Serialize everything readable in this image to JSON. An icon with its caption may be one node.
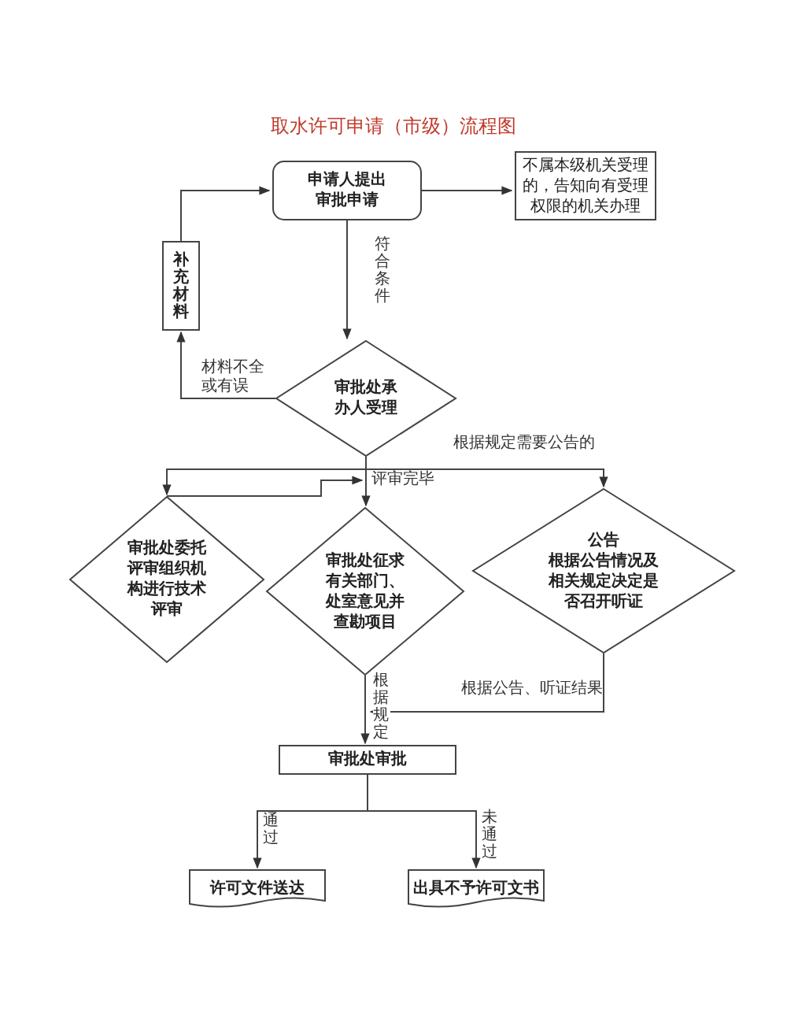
{
  "diagram": {
    "title": "取水许可申请（市级）流程图",
    "nodes": [
      {
        "text": [
          "申请人提出审批申请"
        ]
      },
      {
        "text": [
          "不属本级机关受理的，告知向有受理权限的机关办理"
        ]
      },
      {
        "text": [
          "补充材料"
        ]
      },
      {
        "text": [
          "审批处承办人受理"
        ]
      },
      {
        "text": [
          "审批处委托评审组织机构进行技术评审"
        ]
      },
      {
        "text": [
          "审批处征求有关部门、处室意见并查勘项目"
        ]
      },
      {
        "text": [
          "公告",
          "根据公告情况及相关规定决定是否召开听证"
        ]
      },
      {
        "text": [
          "审批处审批"
        ]
      },
      {
        "text": [
          "许可文件送达"
        ]
      },
      {
        "text": [
          "出具不予许可文书"
        ]
      }
    ],
    "edges": [
      {
        "from": 0,
        "to": 1,
        "arrow": "to"
      },
      {
        "from": 0,
        "to": 3,
        "arrow": "to",
        "label": "符合条件"
      },
      {
        "from": 3,
        "to": 2,
        "arrow": "to",
        "label": "材料不全或有误"
      },
      {
        "from": 2,
        "to": 0,
        "arrow": "to"
      },
      {
        "from": 3,
        "to": 4,
        "arrow": "to"
      },
      {
        "from": 3,
        "to": 5,
        "arrow": "to"
      },
      {
        "from": 3,
        "to": 6,
        "arrow": "to",
        "label": "根据规定需要公告的"
      },
      {
        "from": 4,
        "to": 5,
        "arrow": "to",
        "label": "评审完毕"
      },
      {
        "from": 5,
        "to": 7,
        "arrow": "to",
        "label": "根据规定"
      },
      {
        "from": 6,
        "to": 7,
        "arrow": "to",
        "label": "根据公告、听证结果"
      },
      {
        "from": 7,
        "to": 8,
        "arrow": "to",
        "label": "通过"
      },
      {
        "from": 7,
        "to": 9,
        "arrow": "to",
        "label": "未通过"
      }
    ]
  }
}
